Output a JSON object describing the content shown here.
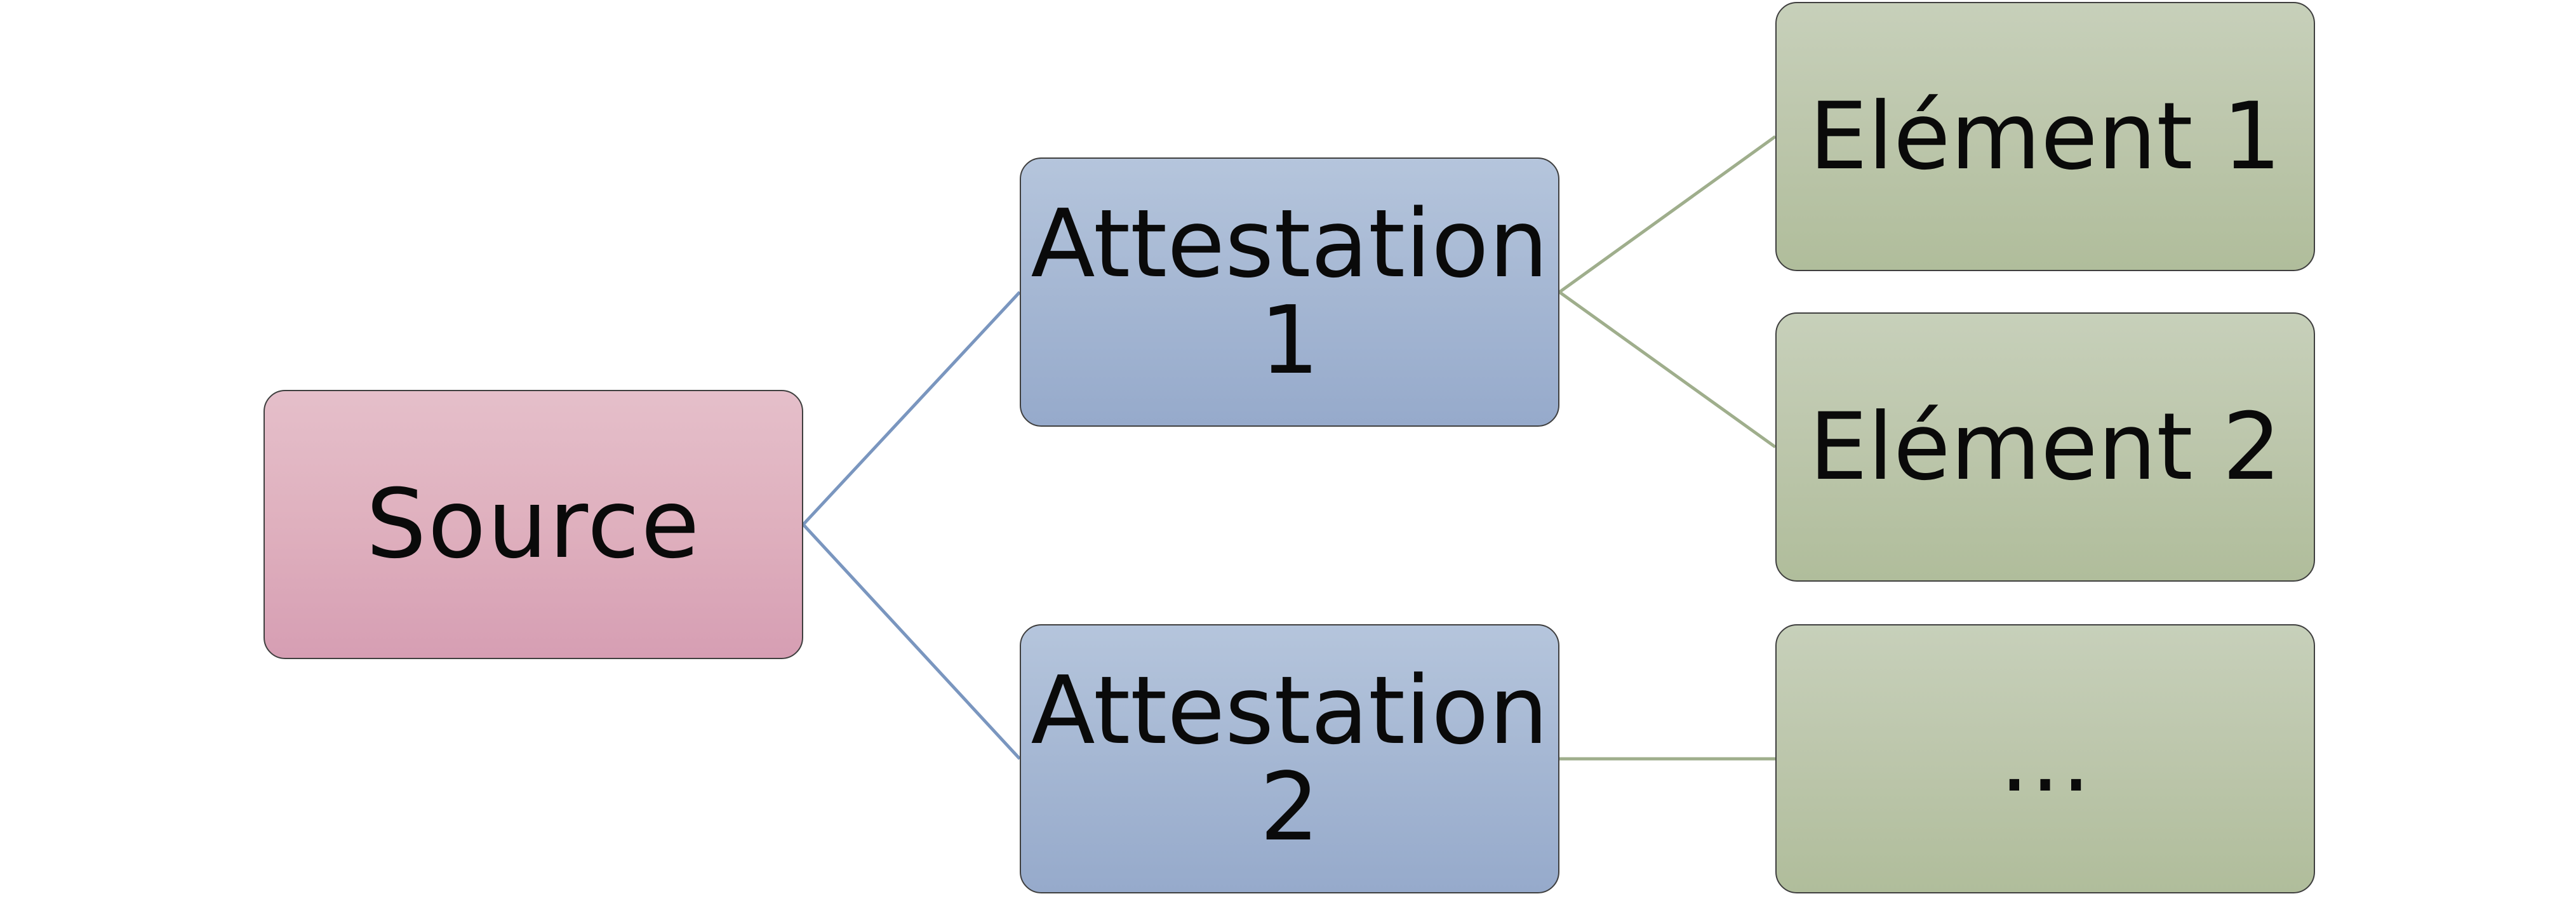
{
  "diagram": {
    "type": "tree",
    "colors": {
      "root": "#dcaabb",
      "level1": "#a3b5d2",
      "level2": "#bac4a9",
      "connector_root": "#7a96bf",
      "connector_level1": "#9fae8c"
    },
    "nodes": {
      "source": "Source",
      "attestation_1": "Attestation 1",
      "attestation_2": "Attestation 2",
      "element_1": "Elément 1",
      "element_2": "Elément 2",
      "element_more": "…"
    },
    "edges": [
      [
        "source",
        "attestation_1"
      ],
      [
        "source",
        "attestation_2"
      ],
      [
        "attestation_1",
        "element_1"
      ],
      [
        "attestation_1",
        "element_2"
      ],
      [
        "attestation_2",
        "element_more"
      ]
    ]
  }
}
